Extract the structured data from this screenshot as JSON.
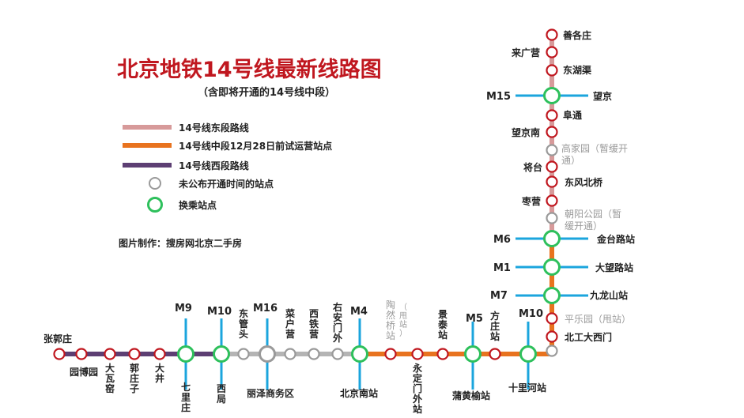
{
  "title": "北京地铁14号线最新线路图",
  "subtitle": "（含即将开通的14号线中段）",
  "legend": [
    {
      "label": "14号线东段路线",
      "color": "#d79a9a",
      "kind": "line"
    },
    {
      "label": "14号线中段12月28日前试运营站点",
      "color": "#e8731f",
      "kind": "line"
    },
    {
      "label": "14号线西段路线",
      "color": "#5d3f73",
      "kind": "line"
    },
    {
      "label": "未公布开通时间的站点",
      "color": "#9a9a9a",
      "kind": "small-circle"
    },
    {
      "label": "换乘站点",
      "color": "#2ec05c",
      "kind": "big-circle"
    }
  ],
  "credit": "图片制作：搜房网北京二手房",
  "colors": {
    "west": "#5d3f73",
    "middle_orange": "#e8731f",
    "middle_gray": "#b4b4b4",
    "east": "#d79a9a",
    "station_red": "#c0171f",
    "station_gray": "#9a9a9a",
    "transfer_green": "#2ec05c",
    "transfer_line": "#1ba5dd"
  },
  "west_stations": [
    "张郭庄",
    "园博园",
    "大瓦窑",
    "郭庄子",
    "大井"
  ],
  "transfers_west": [
    {
      "line": "M9",
      "station": "七里庄"
    },
    {
      "line": "M10",
      "station": "西局"
    }
  ],
  "middle_gray_stations": [
    "东管头",
    "菜户营",
    "西铁营",
    "右安门外"
  ],
  "transfer_m16": {
    "line": "M16",
    "station": "丽泽商务区"
  },
  "transfer_m4": {
    "line": "M4",
    "station": "北京南站"
  },
  "middle_orange_stations": [
    "陶然桥站（甩站）",
    "永定门外站",
    "景泰站",
    "方庄站"
  ],
  "transfer_m5": {
    "line": "M5",
    "station": "蒲黄榆站"
  },
  "transfer_m10_east": {
    "line": "M10",
    "station": "十里河站"
  },
  "north_segment": {
    "bottom": "北工大西门",
    "pingle": "平乐园（甩站）",
    "transfers": [
      {
        "line": "M7",
        "station": "九龙山站"
      },
      {
        "line": "M1",
        "station": "大望路站"
      },
      {
        "line": "M6",
        "station": "金台路站"
      }
    ],
    "chaoyang_park": "朝阳公园（暂缓开通）",
    "zaoying": "枣营",
    "dongfeng": "东风北桥",
    "jiangtai": "将台",
    "gaojiayuan": "高家园（暂缓开通）",
    "wangjingnan": "望京南",
    "futong": "阜通",
    "m15": {
      "line": "M15",
      "station": "望京"
    },
    "donghuqu": "东湖渠",
    "laiguangying": "来广营",
    "shangezhuang": "善各庄"
  }
}
